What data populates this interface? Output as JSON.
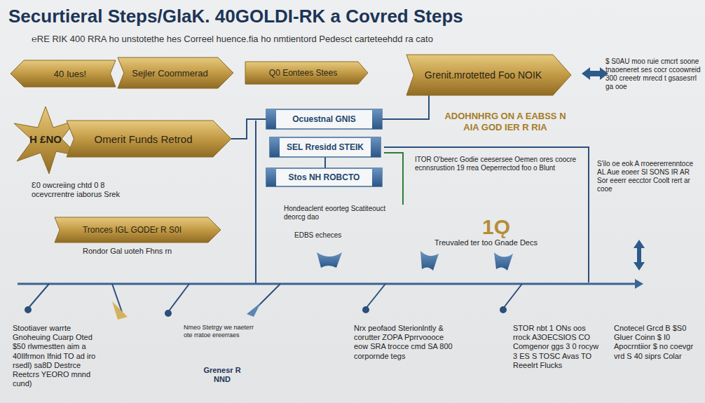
{
  "diagram": {
    "title": "Securtieral Steps/GlaK. 40GOLDI-RK a Covred Steps",
    "nodes": [
      {
        "text": [
          "40 Iues!"
        ]
      },
      {
        "text": [
          "Sejler Coommerad"
        ]
      },
      {
        "text": [
          "Q0 Eontees Stees"
        ]
      },
      {
        "text": [
          "Grenit.mrotetted Foo NOIK"
        ]
      },
      {
        "text": [
          "Omerit Funds Retrod"
        ]
      },
      {
        "text": [
          "Ocuestnal GNIS"
        ]
      },
      {
        "text": [
          "SEL Rresidd STEIK"
        ]
      },
      {
        "text": [
          "Stos NH ROBCTO"
        ]
      },
      {
        "text": [
          "Tronces IGL GODEr R S0I"
        ]
      }
    ],
    "edges": [
      {
        "from": 4,
        "to": 5,
        "arrow": "none"
      },
      {
        "from": 5,
        "to": 3,
        "arrow": "none"
      },
      {
        "from": 6,
        "to": 7,
        "arrow": "none"
      }
    ],
    "labels": [
      "℮RE RIK 400 RRA ho unstotethe hes Correel huence.fia ho nmtientord Pedesct carteteehdd ra cato",
      "H £NO",
      "Ɛ0 owcreiing chtd 0 8 ocevcrrentre iaborus Srek",
      "Rondor Gal uoteh Fhns rn",
      "Hondeaclent eoorteg Scatiteouct deorcg dao",
      "EDBS echeces",
      "ADOHNHRG ON A EABSS N AIA GOD IER R RIA",
      "ITOR O'beerc Godie ceesersee Oemen ores coocre ecnnsrustion 19 rrea Oeperrectod foo o Blunt",
      "1Ǫ",
      "Treuvaled ter too Gnade Decs",
      "$ S0AU moo ruie cmcrt soone tnaoeneret ses cocr ccoowreid 300 creeetr mrecd t gsasesrrl ga ooe",
      "S'ilo oe eok A rroeererrenntoce AL Aue eoeer Sl SONS IR AR Sor eeerr eecctor Coolt rert ar cooe",
      "Stootiaver warrte Gnoheuing Cuarp Oted $50 rlwmestten aim a 40Ilfrmon Ifnid TO ad iro rsedl) sa8D Destrce Reetcrs YEORO mnnd cund)",
      "Nmeo Stetrgy we naeterr ote rratoe ereerraes",
      "Grenesr R NND",
      "Nrx peofaod Sterionlntly & corutter ZOPA Pprrvoooce eow SRA trocce cmd SA 800 corpornde tegs",
      "STOR nbt 1 ONs oos rrock A3OECSIOS CO Comgenor ggs 3 0 rocyw 3 ES S TOSC Avas TO Reeelrt Flucks",
      "Cnotecel Grcd B $S0 Gluer Coinn $ I0 Apocrntiior $ no coevgr vrd S 40 siprs Colar"
    ]
  }
}
